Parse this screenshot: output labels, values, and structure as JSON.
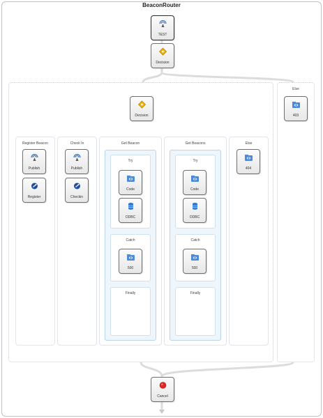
{
  "title": "BeaconRouter",
  "trigger": {
    "label": "TEST"
  },
  "top_decision": {
    "label": "Decision"
  },
  "outer_else": {
    "header": "Else",
    "action": "403"
  },
  "inner_decision": {
    "label": "Decision"
  },
  "branches": {
    "register": {
      "header": "Register Beacon",
      "a1": "Publish",
      "a2": "Register"
    },
    "checkin": {
      "header": "Check In",
      "a1": "Publish",
      "a2": "Checkin"
    },
    "get_beacon": {
      "header": "Get Beacon",
      "try": "Try",
      "code": "Code",
      "odbc": "ODBC",
      "catch": "Catch",
      "catch_action": "500",
      "finally": "Finally"
    },
    "get_beacons": {
      "header": "Get Beacons",
      "try": "Try",
      "code": "Code",
      "odbc": "ODBC",
      "catch": "Catch",
      "catch_action": "500",
      "finally": "Finally"
    },
    "else": {
      "header": "Else",
      "action": "404"
    }
  },
  "end": {
    "label": "Cancel"
  },
  "colors": {
    "decision": "#f0b300",
    "cancel": "#e0281c",
    "code": "#3a7bd5",
    "publish": "#2b6fbf"
  },
  "icons": {
    "trigger": "antenna-icon",
    "decision": "diamond-icon",
    "code": "folder-code-icon",
    "odbc": "database-icon",
    "publish": "antenna-icon",
    "custom": "gear-badge-icon",
    "cancel": "stop-icon"
  }
}
